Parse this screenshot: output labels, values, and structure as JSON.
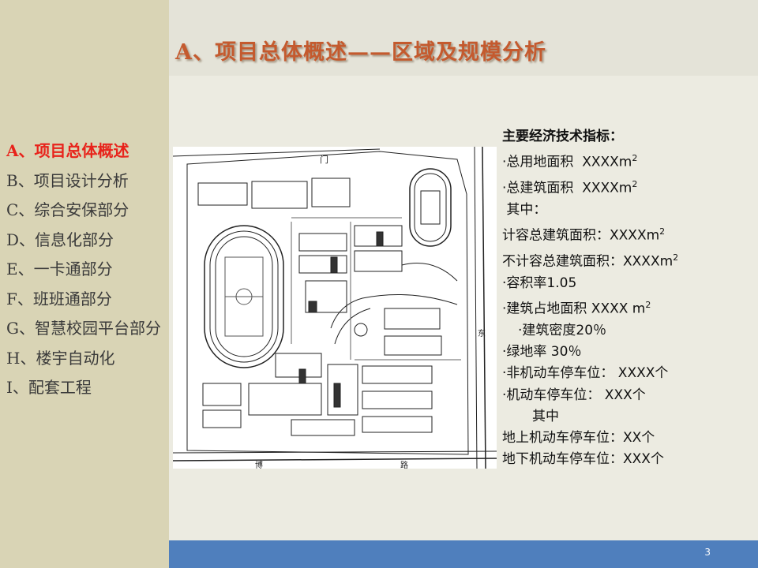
{
  "title": "A、项目总体概述——区域及规模分析",
  "nav": {
    "items": [
      {
        "label": "A、项目总体概述",
        "active": true
      },
      {
        "label": "B、项目设计分析",
        "active": false
      },
      {
        "label": "C、综合安保部分",
        "active": false
      },
      {
        "label": "D、信息化部分",
        "active": false
      },
      {
        "label": "E、一卡通部分",
        "active": false
      },
      {
        "label": "F、班班通部分",
        "active": false
      },
      {
        "label": "G、智慧校园平台部分",
        "active": false
      },
      {
        "label": "H、楼宇自动化",
        "active": false
      },
      {
        "label": "I、配套工程",
        "active": false
      }
    ]
  },
  "indicators": {
    "heading": "主要经济技术指标：",
    "lines": [
      {
        "text": "·总用地面积  XXXXm",
        "sup": "2",
        "indent": 0
      },
      {
        "text": "·总建筑面积  XXXXm",
        "sup": "2",
        "indent": 0
      },
      {
        "text": " 其中：",
        "sup": "",
        "indent": 0
      },
      {
        "text": "计容总建筑面积：XXXXm",
        "sup": "2",
        "indent": 0
      },
      {
        "text": "不计容总建筑面积：XXXXm",
        "sup": "2",
        "indent": 0
      },
      {
        "text": "·容积率1.05",
        "sup": "",
        "indent": 0
      },
      {
        "text": "·建筑占地面积 XXXX m",
        "sup": "2",
        "indent": 0
      },
      {
        "text": "·建筑密度20％",
        "sup": "",
        "indent": 20
      },
      {
        "text": "·绿地率 30％",
        "sup": "",
        "indent": 0
      },
      {
        "text": "·非机动车停车位： XXXX个",
        "sup": "",
        "indent": 0
      },
      {
        "text": "·机动车停车位： XXX个",
        "sup": "",
        "indent": 0
      },
      {
        "text": "其中",
        "sup": "",
        "indent": 38
      },
      {
        "text": "地上机动车停车位：XX个",
        "sup": "",
        "indent": 0
      },
      {
        "text": "地下机动车停车位：XXX个",
        "sup": "",
        "indent": 0
      }
    ]
  },
  "site_plan": {
    "labels": {
      "gate": "门",
      "road_bottom_1": "博",
      "road_bottom_2": "路",
      "road_right": "东"
    }
  },
  "footer": {
    "page_number": "3"
  },
  "colors": {
    "sidebar": "#d9d4b5",
    "background": "#ecebe1",
    "title": "#c45a2e",
    "nav_active": "#e8231b",
    "footer": "#4f7fbd"
  }
}
